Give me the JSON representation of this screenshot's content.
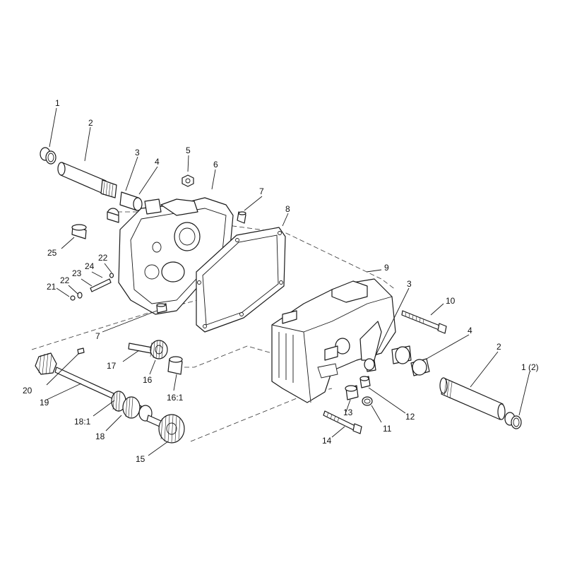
{
  "callouts": {
    "c1": "1",
    "c2": "2",
    "c3": "3",
    "c4": "4",
    "c5": "5",
    "c6": "6",
    "c7": "7",
    "c8": "8",
    "c7b": "7",
    "c9": "9",
    "c3b": "3",
    "c10": "10",
    "c4b": "4",
    "c2b": "2",
    "c1b": "1 (2)",
    "c25": "25",
    "c22": "22",
    "c24": "24",
    "c23": "23",
    "c22b": "22",
    "c21": "21",
    "c17": "17",
    "c16": "16",
    "c161": "16:1",
    "c20": "20",
    "c19": "19",
    "c181": "18:1",
    "c18": "18",
    "c15": "15",
    "c13": "13",
    "c12": "12",
    "c11": "11",
    "c14": "14"
  }
}
